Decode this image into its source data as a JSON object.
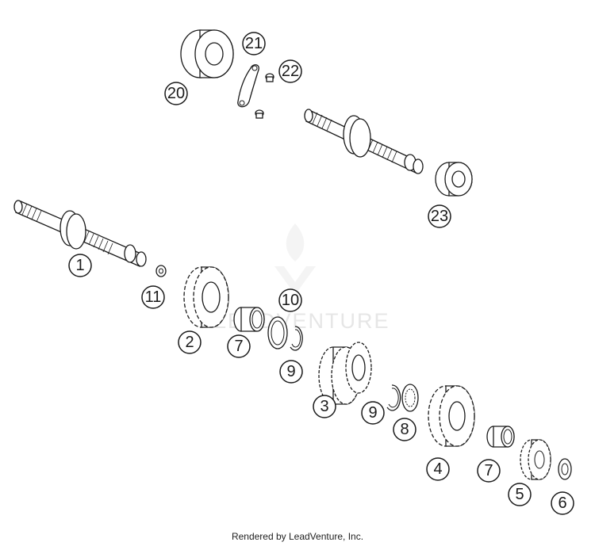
{
  "watermark": {
    "text": "LEADVENTURE"
  },
  "footer": {
    "text": "Rendered by LeadVenture, Inc."
  },
  "callouts": [
    {
      "id": "1",
      "label": "1"
    },
    {
      "id": "2",
      "label": "2"
    },
    {
      "id": "3",
      "label": "3"
    },
    {
      "id": "4",
      "label": "4"
    },
    {
      "id": "5",
      "label": "5"
    },
    {
      "id": "6",
      "label": "6"
    },
    {
      "id": "7a",
      "label": "7"
    },
    {
      "id": "7b",
      "label": "7"
    },
    {
      "id": "8",
      "label": "8"
    },
    {
      "id": "9a",
      "label": "9"
    },
    {
      "id": "9b",
      "label": "9"
    },
    {
      "id": "10",
      "label": "10"
    },
    {
      "id": "11",
      "label": "11"
    },
    {
      "id": "20",
      "label": "20"
    },
    {
      "id": "21",
      "label": "21"
    },
    {
      "id": "22",
      "label": "22"
    },
    {
      "id": "23",
      "label": "23"
    }
  ]
}
